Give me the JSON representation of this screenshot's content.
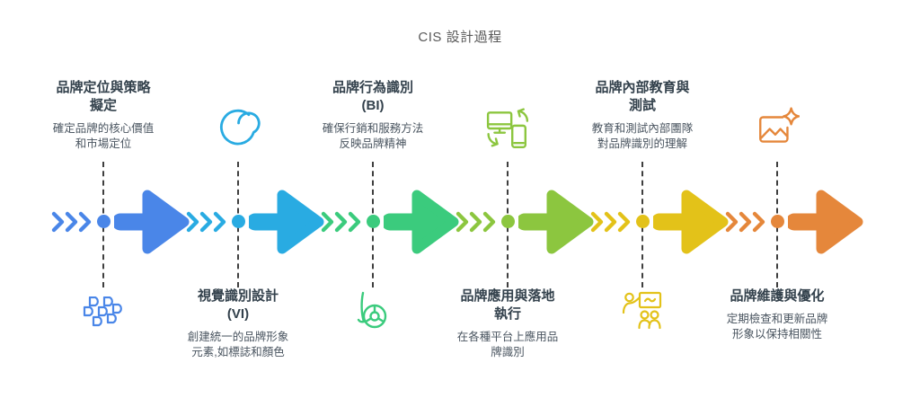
{
  "header": {
    "title": "CIS 設計過程"
  },
  "timeline": {
    "dash_color": "#3f3f3f",
    "direction": "left-to-right"
  },
  "stages": [
    {
      "title": "品牌定位與策略\n擬定",
      "desc": "確定品牌的核心價值\n和市場定位",
      "color": "#4a86e8",
      "icon": "blackberry-logo-icon",
      "text_position": "top"
    },
    {
      "title": "視覺識別設計\n(VI)",
      "desc": "創建統一的品牌形象\n元素,如標誌和顏色",
      "color": "#29abe2",
      "icon": "spiral-a-icon",
      "text_position": "bottom"
    },
    {
      "title": "品牌行為識別\n(BI)",
      "desc": "確保行銷和服務方法\n反映品牌精神",
      "color": "#3bcb7d",
      "icon": "b-wheel-icon",
      "text_position": "top"
    },
    {
      "title": "品牌應用與落地\n執行",
      "desc": "在各種平台上應用品\n牌識別",
      "color": "#8cc63f",
      "icon": "devices-sync-icon",
      "text_position": "bottom"
    },
    {
      "title": "品牌內部教育與\n測試",
      "desc": "教育和測試內部團隊\n對品牌識別的理解",
      "color": "#e3c219",
      "icon": "training-presentation-icon",
      "text_position": "top"
    },
    {
      "title": "品牌維護與優化",
      "desc": "定期檢查和更新品牌\n形象以保持相關性",
      "color": "#e5873b",
      "icon": "image-sparkle-icon",
      "text_position": "bottom"
    }
  ]
}
